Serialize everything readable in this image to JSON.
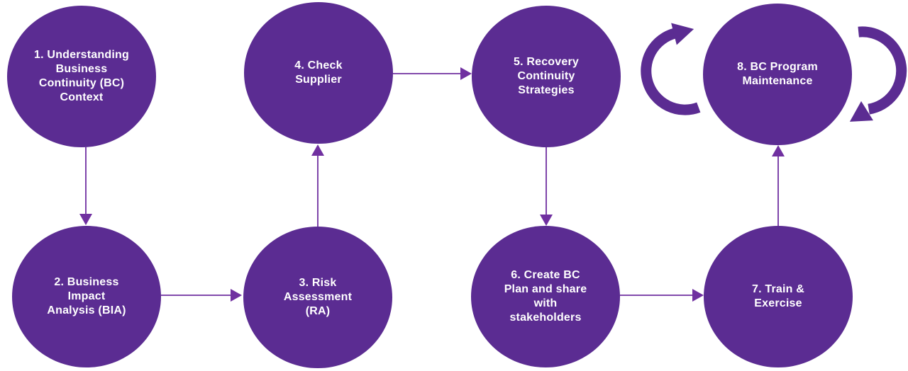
{
  "diagram_type": "process-flow-cycle",
  "colors": {
    "circle_fill": "#5b2c92",
    "connector": "#7030a0",
    "cycle_arrow": "#5b2c92",
    "label_text": "#ffffff",
    "background": "#ffffff"
  },
  "steps": [
    {
      "id": 1,
      "label": "1. Understanding Business Continuity (BC) Context",
      "lines": [
        "1. Understanding",
        "Business",
        "Continuity (BC)",
        "Context"
      ]
    },
    {
      "id": 2,
      "label": "2. Business Impact Analysis (BIA)",
      "lines": [
        "2. Business",
        "Impact",
        "Analysis (BIA)"
      ]
    },
    {
      "id": 3,
      "label": "3. Risk Assessment (RA)",
      "lines": [
        "3. Risk",
        "Assessment",
        "(RA)"
      ]
    },
    {
      "id": 4,
      "label": "4. Check Supplier",
      "lines": [
        "4. Check",
        "Supplier"
      ]
    },
    {
      "id": 5,
      "label": "5. Recovery Continuity Strategies",
      "lines": [
        "5. Recovery",
        "Continuity",
        "Strategies"
      ]
    },
    {
      "id": 6,
      "label": "6. Create BC Plan and share with stakeholders",
      "lines": [
        "6. Create BC",
        "Plan and share",
        "with",
        "stakeholders"
      ]
    },
    {
      "id": 7,
      "label": "7. Train & Exercise",
      "lines": [
        "7. Train &",
        "Exercise"
      ]
    },
    {
      "id": 8,
      "label": "8. BC Program Maintenance",
      "lines": [
        "8. BC Program",
        "Maintenance"
      ]
    }
  ],
  "connections": [
    {
      "from": 1,
      "to": 2,
      "direction": "down"
    },
    {
      "from": 2,
      "to": 3,
      "direction": "right"
    },
    {
      "from": 3,
      "to": 4,
      "direction": "up"
    },
    {
      "from": 4,
      "to": 5,
      "direction": "right"
    },
    {
      "from": 5,
      "to": 6,
      "direction": "down"
    },
    {
      "from": 6,
      "to": 7,
      "direction": "right"
    },
    {
      "from": 7,
      "to": 8,
      "direction": "up"
    }
  ],
  "cycle_indicator": {
    "around_step": 8,
    "style": "two clockwise curved arrows flanking the circle"
  }
}
